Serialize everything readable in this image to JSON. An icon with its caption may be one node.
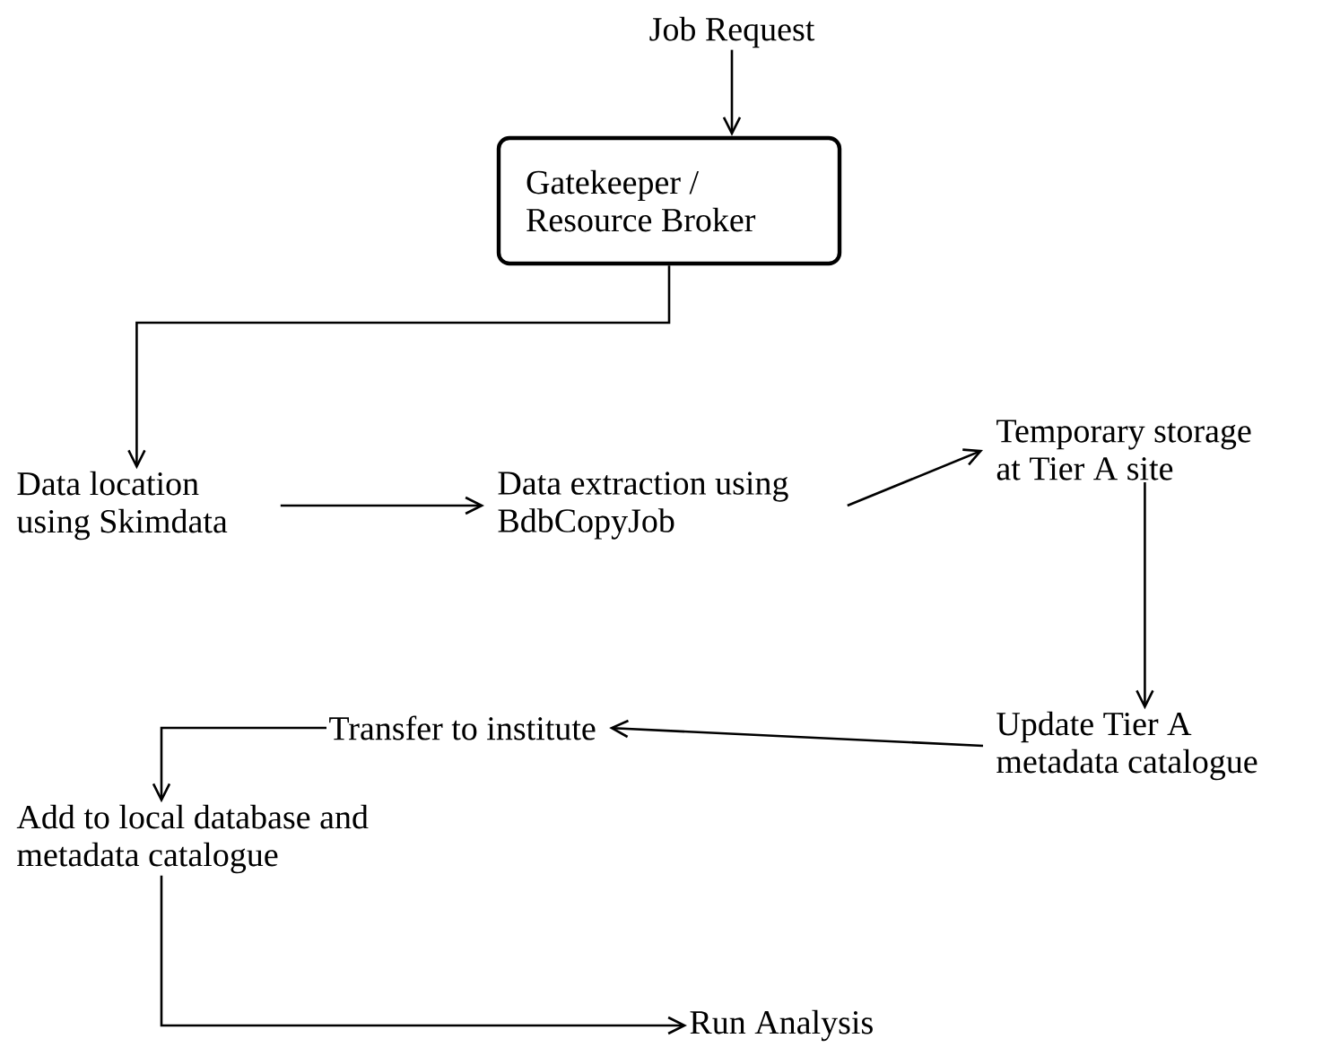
{
  "diagram": {
    "nodes": [
      {
        "text": [
          "Job Request"
        ]
      },
      {
        "text": [
          "Gatekeeper / Resource Broker"
        ]
      },
      {
        "text": [
          "Data location using Skimdata"
        ]
      },
      {
        "text": [
          "Data extraction using BdbCopyJob"
        ]
      },
      {
        "text": [
          "Temporary storage at Tier A site"
        ]
      },
      {
        "text": [
          "Update Tier A metadata catalogue"
        ]
      },
      {
        "text": [
          "Transfer to institute"
        ]
      },
      {
        "text": [
          "Add to local database and metadata catalogue"
        ]
      },
      {
        "text": [
          "Run Analysis"
        ]
      }
    ],
    "edges": [
      {
        "from": 0,
        "to": 1,
        "arrow": "to"
      },
      {
        "from": 1,
        "to": 2,
        "arrow": "to"
      },
      {
        "from": 2,
        "to": 3,
        "arrow": "to"
      },
      {
        "from": 3,
        "to": 4,
        "arrow": "to"
      },
      {
        "from": 4,
        "to": 5,
        "arrow": "to"
      },
      {
        "from": 5,
        "to": 6,
        "arrow": "to"
      },
      {
        "from": 6,
        "to": 7,
        "arrow": "to"
      },
      {
        "from": 7,
        "to": 8,
        "arrow": "to"
      }
    ]
  }
}
